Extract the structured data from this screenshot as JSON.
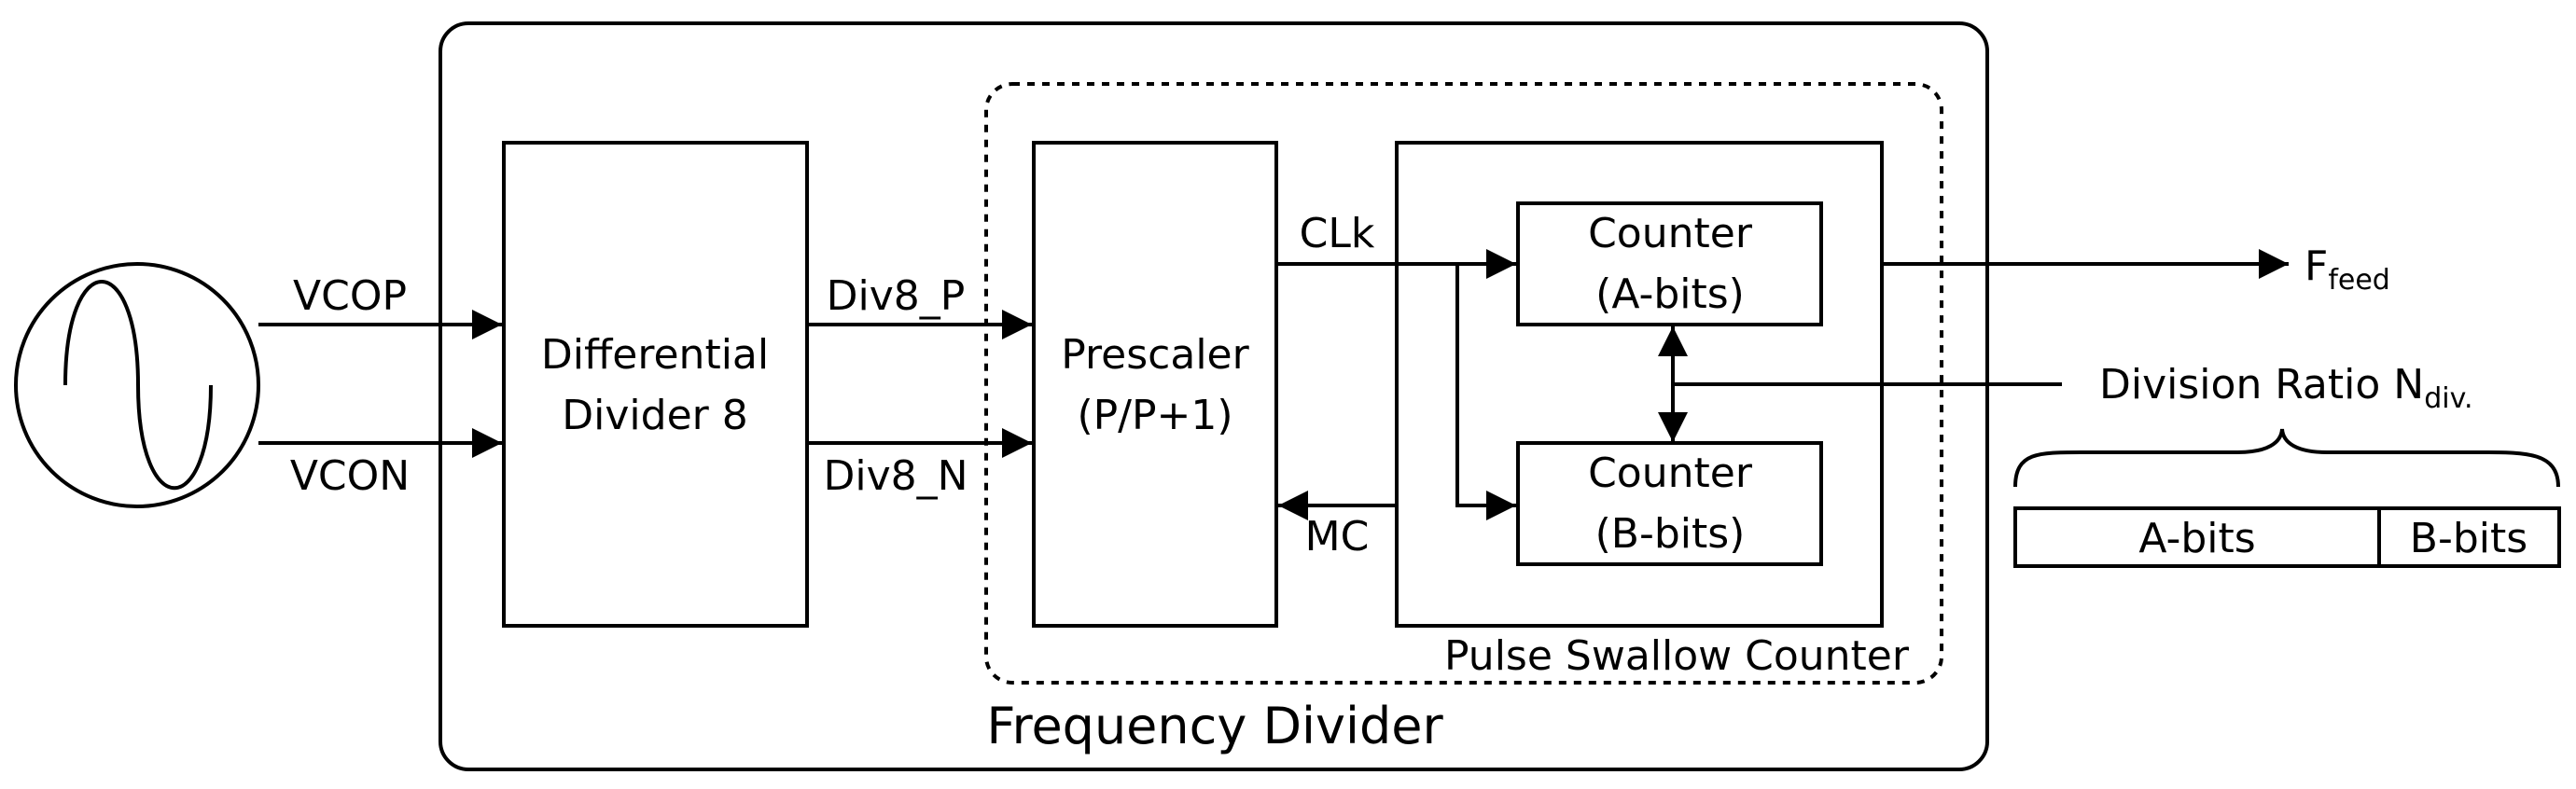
{
  "colors": {
    "stroke": "#000000",
    "background": "#ffffff"
  },
  "frequency_divider": {
    "title": "Frequency Divider"
  },
  "inputs": {
    "vcop": "VCOP",
    "vcon": "VCON"
  },
  "source": {
    "icon": "sine-wave-icon"
  },
  "differential_divider": {
    "line1": "Differential",
    "line2": "Divider 8"
  },
  "div8_outputs": {
    "p": "Div8_P",
    "n": "Div8_N"
  },
  "prescaler": {
    "line1": "Prescaler",
    "line2": "(P/P+1)"
  },
  "signals": {
    "clk": "CLk",
    "mc": "MC"
  },
  "counter_a": {
    "line1": "Counter",
    "line2": "(A-bits)"
  },
  "counter_b": {
    "line1": "Counter",
    "line2": "(B-bits)"
  },
  "pulse_swallow_counter": {
    "title": "Pulse Swallow Counter"
  },
  "output": {
    "main": "F",
    "sub": "feed"
  },
  "division_ratio": {
    "label": "Division Ratio N",
    "sub": "div."
  },
  "ratio_bits": {
    "a_bits": "A-bits",
    "b_bits": "B-bits"
  }
}
